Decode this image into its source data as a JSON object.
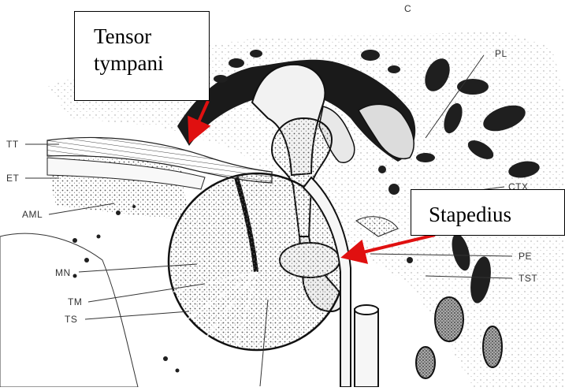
{
  "callouts": {
    "tensor": {
      "line1": "Tensor",
      "line2": "tympani"
    },
    "stapedius": {
      "text": "Stapedius"
    }
  },
  "labels": {
    "pl": "PL",
    "ctx": "CTX",
    "tt": "TT",
    "et": "ET",
    "aml": "AML",
    "pe": "PE",
    "tst": "TST",
    "mn": "MN",
    "tm": "TM",
    "ts": "TS",
    "partial_top": "C"
  },
  "colors": {
    "arrow": "#e01010",
    "ink": "#1a1a1a",
    "stipple": "#6a6a6a"
  }
}
